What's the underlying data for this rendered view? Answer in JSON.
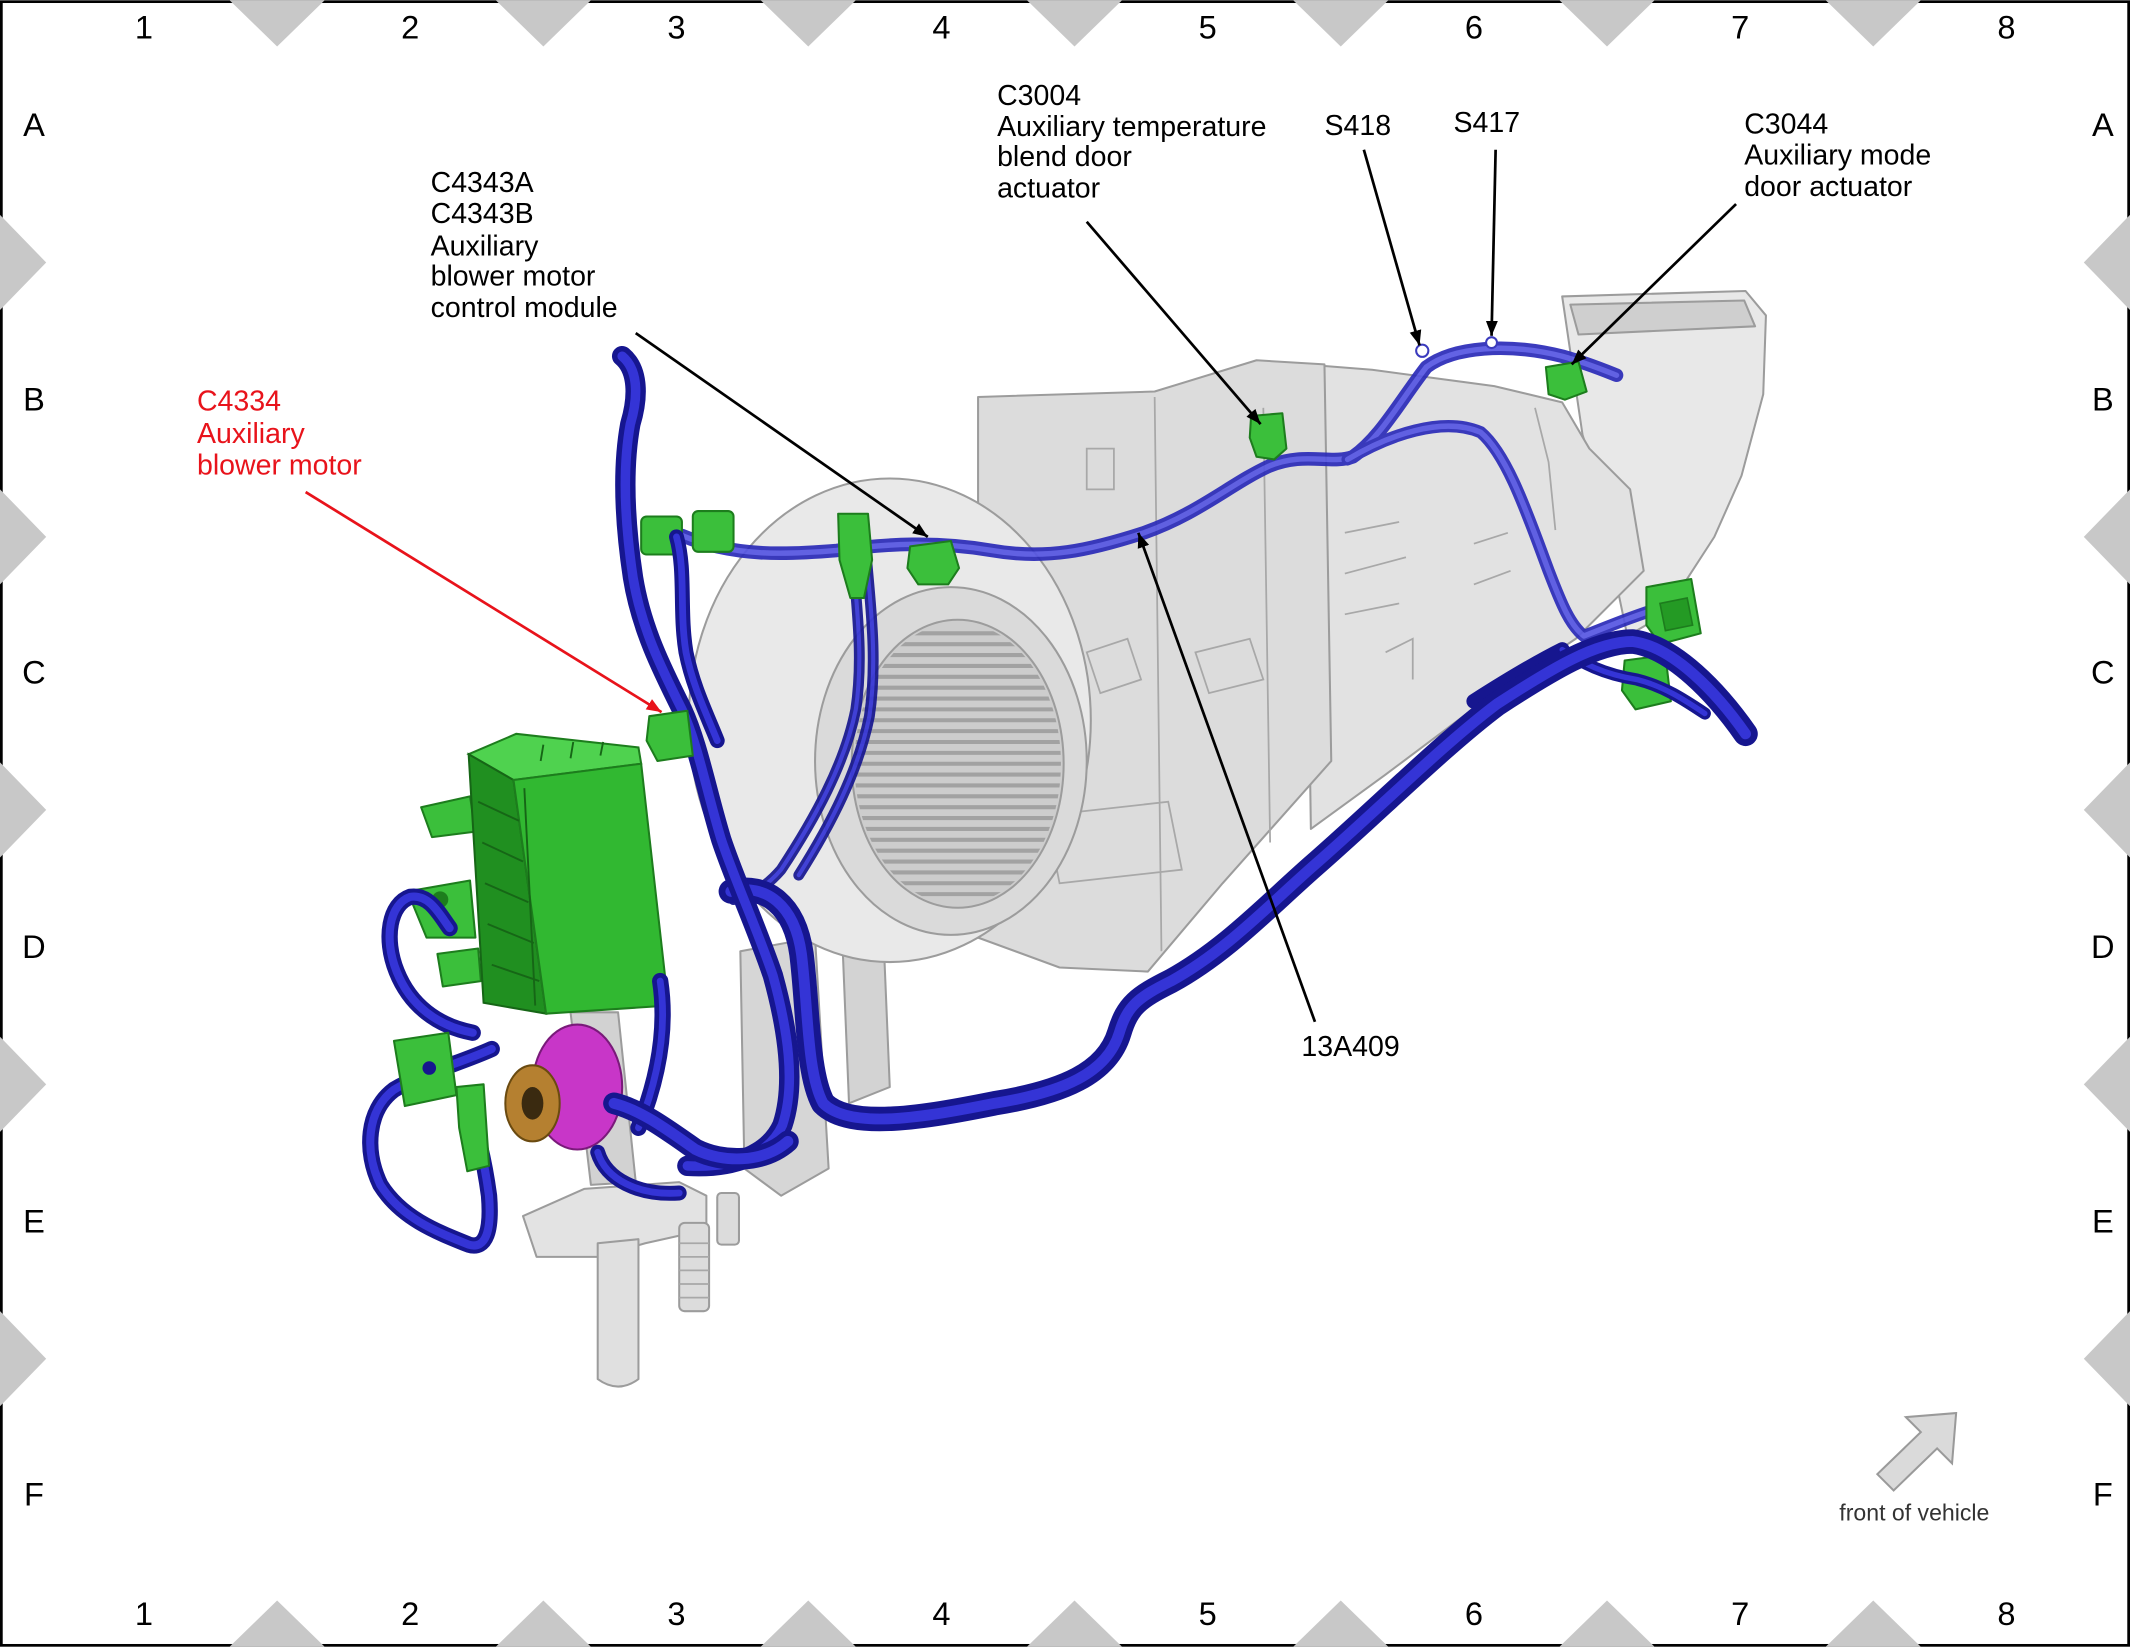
{
  "grid": {
    "columns": [
      "1",
      "2",
      "3",
      "4",
      "5",
      "6",
      "7",
      "8"
    ],
    "rows": [
      "A",
      "B",
      "C",
      "D",
      "E",
      "F"
    ]
  },
  "callouts": {
    "c4334": {
      "lines": [
        "C4334",
        "Auxiliary",
        "blower motor"
      ]
    },
    "c4343": {
      "lines": [
        "C4343A",
        "C4343B",
        "Auxiliary",
        "blower motor",
        "control module"
      ]
    },
    "c3004": {
      "lines": [
        "C3004",
        "Auxiliary temperature",
        "blend door",
        "actuator"
      ]
    },
    "s418": {
      "lines": [
        "S418"
      ]
    },
    "s417": {
      "lines": [
        "S417"
      ]
    },
    "c3044": {
      "lines": [
        "C3044",
        "Auxiliary mode",
        "door actuator"
      ]
    },
    "harness": {
      "lines": [
        "13A409"
      ]
    }
  },
  "orientation": {
    "label": "front of vehicle",
    "icon": "arrow-up-right-icon"
  },
  "colors": {
    "callout_highlight": "#e8131b",
    "harness_outer": "#16168f",
    "harness_inner": "#3434d6",
    "harness_faint_outer": "#2b2bb8",
    "harness_faint_inner": "#5656e2",
    "connector": "#3bbf3b",
    "grommet": "#c836c8",
    "grommet_ring": "#b58030",
    "housing": "#dedede",
    "grid_marker": "#c8c8c8"
  }
}
